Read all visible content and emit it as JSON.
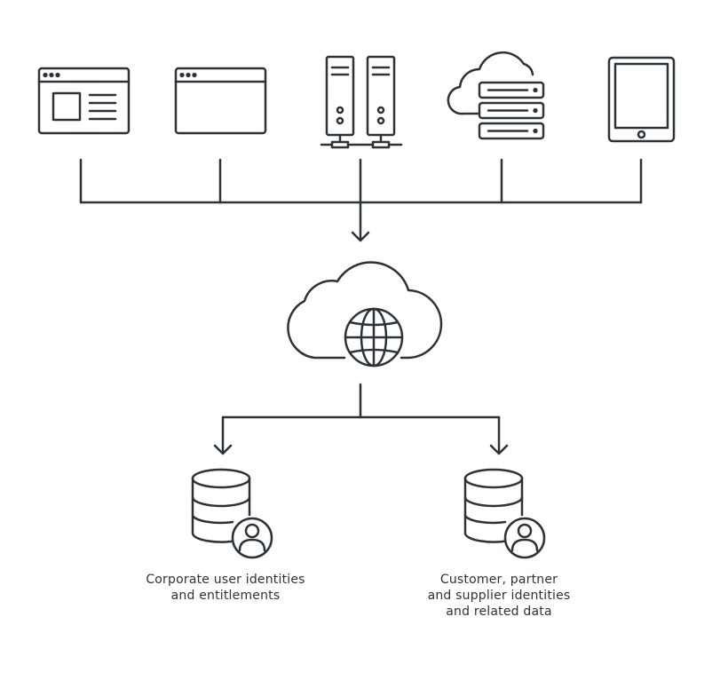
{
  "colors": {
    "stroke": "#2b3338",
    "background": "#ffffff"
  },
  "sources": [
    {
      "icon": "web-page-icon"
    },
    {
      "icon": "browser-window-icon"
    },
    {
      "icon": "server-icon"
    },
    {
      "icon": "cloud-storage-icon"
    },
    {
      "icon": "tablet-icon"
    }
  ],
  "hub": {
    "icon": "cloud-globe-icon"
  },
  "stores": [
    {
      "icon": "database-user-icon",
      "caption_lines": [
        "Corporate user identities",
        "and entitlements"
      ]
    },
    {
      "icon": "database-user-icon",
      "caption_lines": [
        "Customer, partner",
        "and supplier identities",
        "and related data"
      ]
    }
  ]
}
